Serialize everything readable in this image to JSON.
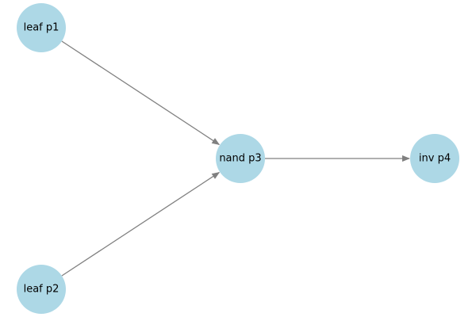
{
  "diagram": {
    "type": "directed-graph",
    "colors": {
      "node_fill": "#add8e6",
      "edge": "#808080",
      "label": "#000000",
      "background": "#ffffff"
    },
    "nodes": [
      {
        "id": "p1",
        "label": "leaf p1"
      },
      {
        "id": "p2",
        "label": "leaf p2"
      },
      {
        "id": "p3",
        "label": "nand p3"
      },
      {
        "id": "p4",
        "label": "inv p4"
      }
    ],
    "edges": [
      {
        "from": "p1",
        "to": "p3"
      },
      {
        "from": "p2",
        "to": "p3"
      },
      {
        "from": "p3",
        "to": "p4"
      }
    ]
  }
}
